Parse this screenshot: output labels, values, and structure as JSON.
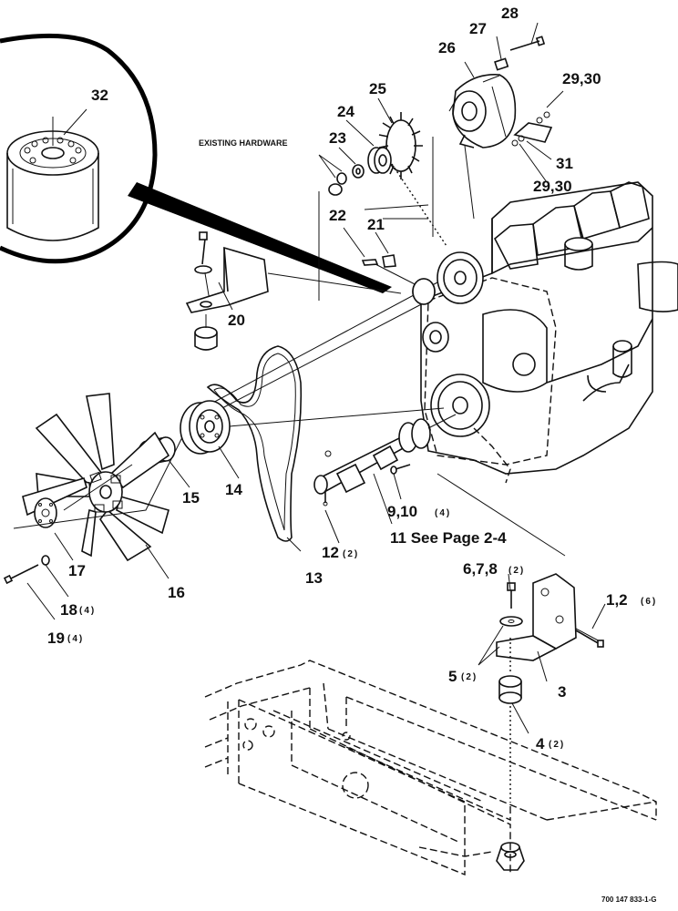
{
  "labels": {
    "p1_2": "1,2",
    "p1_2_qty": "(6)",
    "p3": "3",
    "p4": "4",
    "p4_qty": "(2)",
    "p5": "5",
    "p5_qty": "(2)",
    "p6_7_8": "6,7,8",
    "p6_7_8_qty": "(2)",
    "p9_10": "9,10",
    "p9_10_qty": "(4)",
    "p11": "11 See Page 2-4",
    "p12": "12",
    "p12_qty": "(2)",
    "p13": "13",
    "p14": "14",
    "p15": "15",
    "p16": "16",
    "p17": "17",
    "p18": "18",
    "p18_qty": "(4)",
    "p19": "19",
    "p19_qty": "(4)",
    "p20": "20",
    "p21": "21",
    "p22": "22",
    "p23": "23",
    "p24": "24",
    "p25": "25",
    "p26": "26",
    "p27": "27",
    "p28": "28",
    "p29_30_top": "29,30",
    "p29_30_bottom": "29,30",
    "p31": "31",
    "p32": "32",
    "existing_hardware": "EXISTING HARDWARE",
    "drawing_number": "700 147 833-1-G"
  }
}
